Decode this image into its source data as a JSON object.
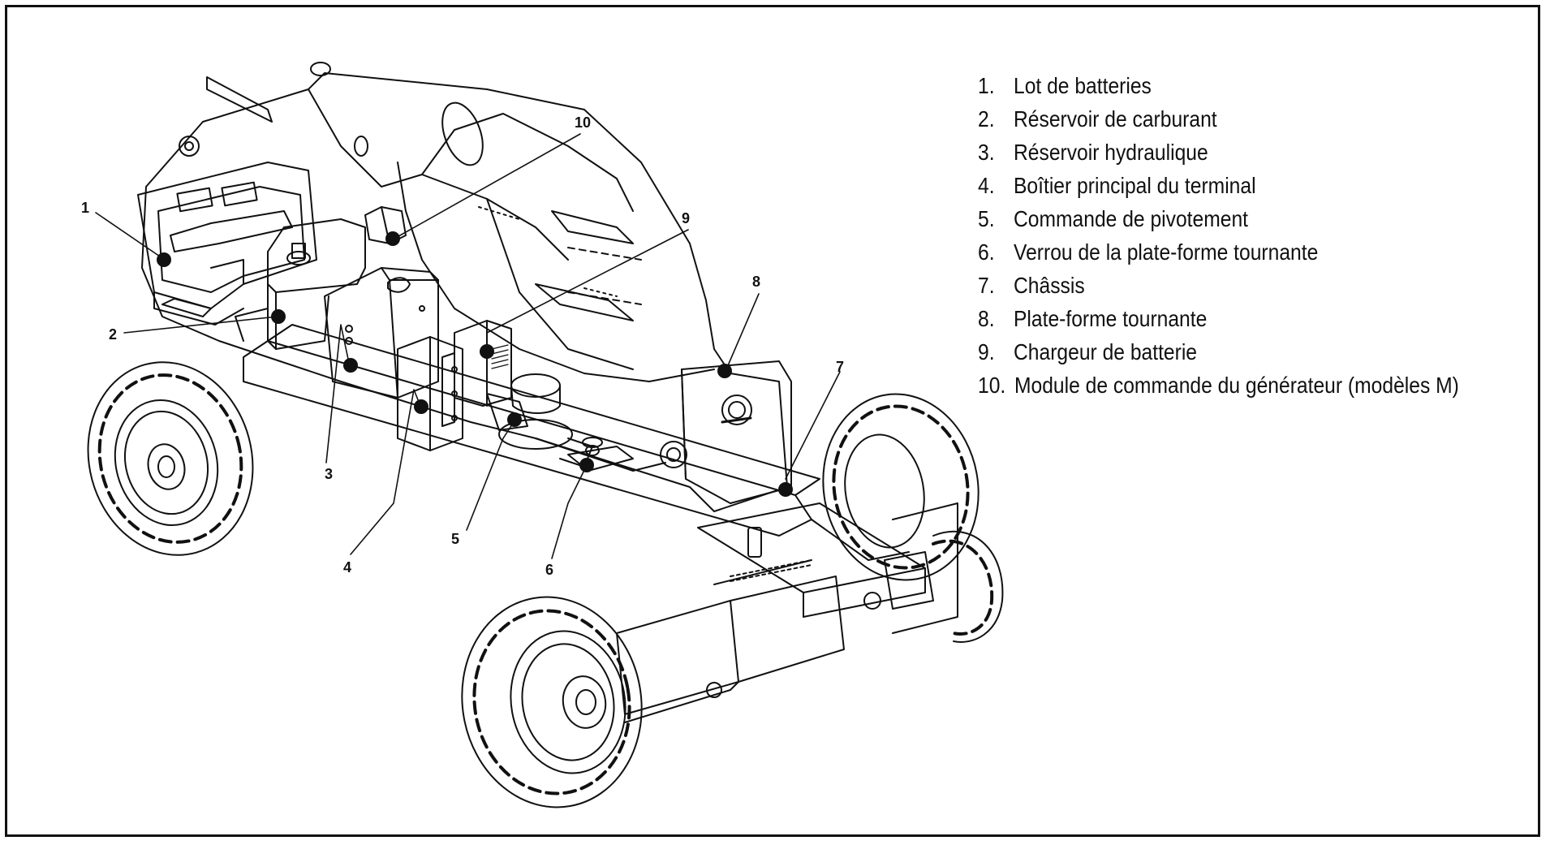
{
  "figure": {
    "callout_numbers": [
      "1",
      "2",
      "3",
      "4",
      "5",
      "6",
      "7",
      "8",
      "9",
      "10"
    ],
    "icon": "aerial-work-platform-machine-illustration"
  },
  "legend": [
    {
      "number": "1.",
      "label": "Lot de batteries"
    },
    {
      "number": "2.",
      "label": "Réservoir de carburant"
    },
    {
      "number": "3.",
      "label": "Réservoir hydraulique"
    },
    {
      "number": "4.",
      "label": "Boîtier principal du terminal"
    },
    {
      "number": "5.",
      "label": "Commande de pivotement"
    },
    {
      "number": "6.",
      "label": "Verrou de la plate-forme tournante"
    },
    {
      "number": "7.",
      "label": "Châssis"
    },
    {
      "number": "8.",
      "label": "Plate-forme tournante"
    },
    {
      "number": "9.",
      "label": "Chargeur de batterie"
    },
    {
      "number": "10.",
      "label": "Module de commande du générateur (modèles M)"
    }
  ],
  "colors": {
    "line": "#111111",
    "background": "#ffffff"
  }
}
